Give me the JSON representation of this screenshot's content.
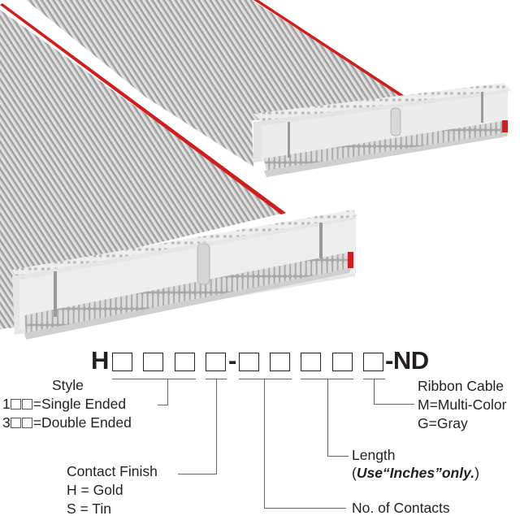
{
  "part_number": {
    "prefix": "H",
    "separator": "-",
    "suffix": "-ND",
    "box_count_before_dash": 4,
    "box_count_after_dash": 5
  },
  "fields": {
    "style": {
      "title": "Style",
      "options": [
        {
          "code_prefix": "1",
          "boxes": 2,
          "text": "=Single Ended"
        },
        {
          "code_prefix": "3",
          "boxes": 2,
          "text": "=Double Ended"
        }
      ]
    },
    "contact_finish": {
      "title": "Contact Finish",
      "options": [
        "H = Gold",
        "S = Tin"
      ]
    },
    "contacts": {
      "title": "No. of Contacts"
    },
    "length": {
      "title": "Length",
      "note_open": "(",
      "note_bold": "Use“Inches”only.",
      "note_close": ")"
    },
    "ribbon_cable": {
      "title": "Ribbon Cable",
      "options": [
        "M=Multi-Color",
        "G=Gray"
      ]
    }
  },
  "colors": {
    "cable_gray": "#c9c9c9",
    "stripe_red": "#cc1f1f",
    "connector_gray": "#e6e6e6",
    "text": "#231f20",
    "leader_line": "#666666"
  },
  "image": {
    "subject": "ribbon-cable-assembly",
    "connectors": 2
  }
}
